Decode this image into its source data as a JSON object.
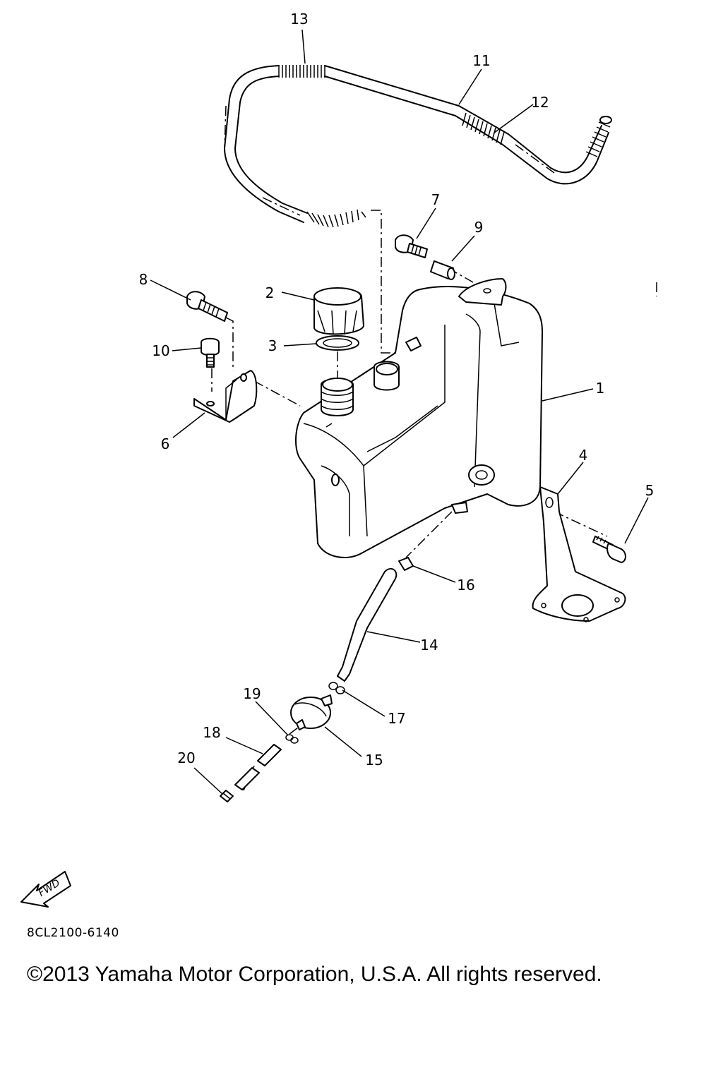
{
  "callouts": [
    "1",
    "2",
    "3",
    "4",
    "5",
    "6",
    "7",
    "8",
    "9",
    "10",
    "11",
    "12",
    "13",
    "14",
    "15",
    "16",
    "17",
    "18",
    "19",
    "20"
  ],
  "fwd_label": "FWD",
  "part_code": "8CL2100-6140",
  "copyright": "©2013 Yamaha Motor Corporation, U.S.A. All rights reserved."
}
